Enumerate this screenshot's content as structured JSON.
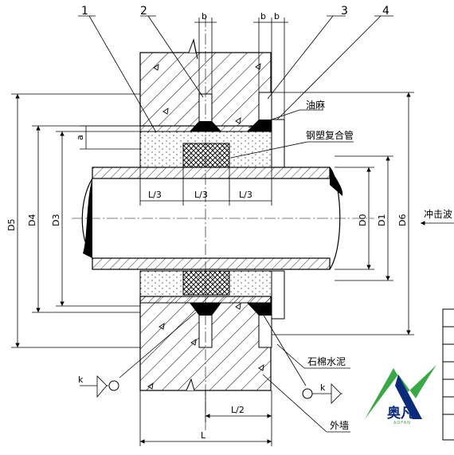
{
  "callouts": [
    "1",
    "2",
    "3",
    "4"
  ],
  "labels": {
    "oil_hemp": "油麻",
    "steel_plastic_pipe": "钢塑复合管",
    "shock_wave": "冲击波",
    "asbestos_cement": "石棉水泥",
    "outer_wall": "外墙"
  },
  "dimensions": {
    "b_top": "b",
    "b_left": "b",
    "b_right": "b",
    "a": "a",
    "third_1": "L/3",
    "third_2": "L/3",
    "third_3": "L/3",
    "half_L": "L/2",
    "L": "L",
    "D5": "D5",
    "D4": "D4",
    "D3": "D3",
    "D0": "D0",
    "D1": "D1",
    "D6": "D6",
    "k_left": "k",
    "k_right": "k"
  },
  "logo": {
    "name": "奥凡",
    "sub": "AOFAN"
  },
  "colors": {
    "line": "#000000",
    "logo_green": "#39a845",
    "logo_blue": "#0a2a7a"
  }
}
